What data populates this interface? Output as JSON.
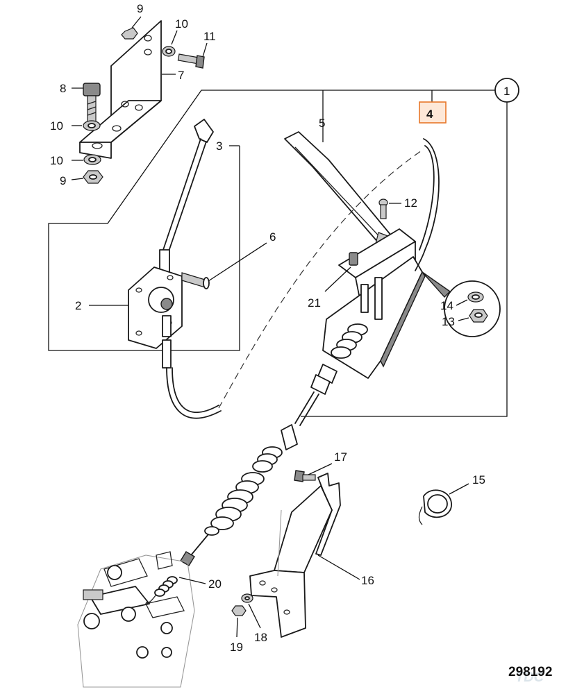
{
  "callouts": [
    {
      "id": "c9a",
      "text": "9"
    },
    {
      "id": "c10a",
      "text": "10"
    },
    {
      "id": "c11",
      "text": "11"
    },
    {
      "id": "c8",
      "text": "8"
    },
    {
      "id": "c7",
      "text": "7"
    },
    {
      "id": "c10b",
      "text": "10"
    },
    {
      "id": "c3",
      "text": "3"
    },
    {
      "id": "c10c",
      "text": "10"
    },
    {
      "id": "c9b",
      "text": "9"
    },
    {
      "id": "c5",
      "text": "5"
    },
    {
      "id": "c1",
      "text": "1"
    },
    {
      "id": "c4",
      "text": "4"
    },
    {
      "id": "c12",
      "text": "12"
    },
    {
      "id": "c6",
      "text": "6"
    },
    {
      "id": "c21",
      "text": "21"
    },
    {
      "id": "c2",
      "text": "2"
    },
    {
      "id": "c14",
      "text": "14"
    },
    {
      "id": "c13",
      "text": "13"
    },
    {
      "id": "c17",
      "text": "17"
    },
    {
      "id": "c15",
      "text": "15"
    },
    {
      "id": "c16",
      "text": "16"
    },
    {
      "id": "c20",
      "text": "20"
    },
    {
      "id": "c19",
      "text": "19"
    },
    {
      "id": "c18",
      "text": "18"
    }
  ],
  "highlighted_part": "4",
  "diagram_ref": "298192",
  "watermark": "TDC",
  "colors": {
    "highlight_fill": "#fde8d8",
    "highlight_stroke": "#e8772a",
    "line": "#1a1a1a"
  }
}
